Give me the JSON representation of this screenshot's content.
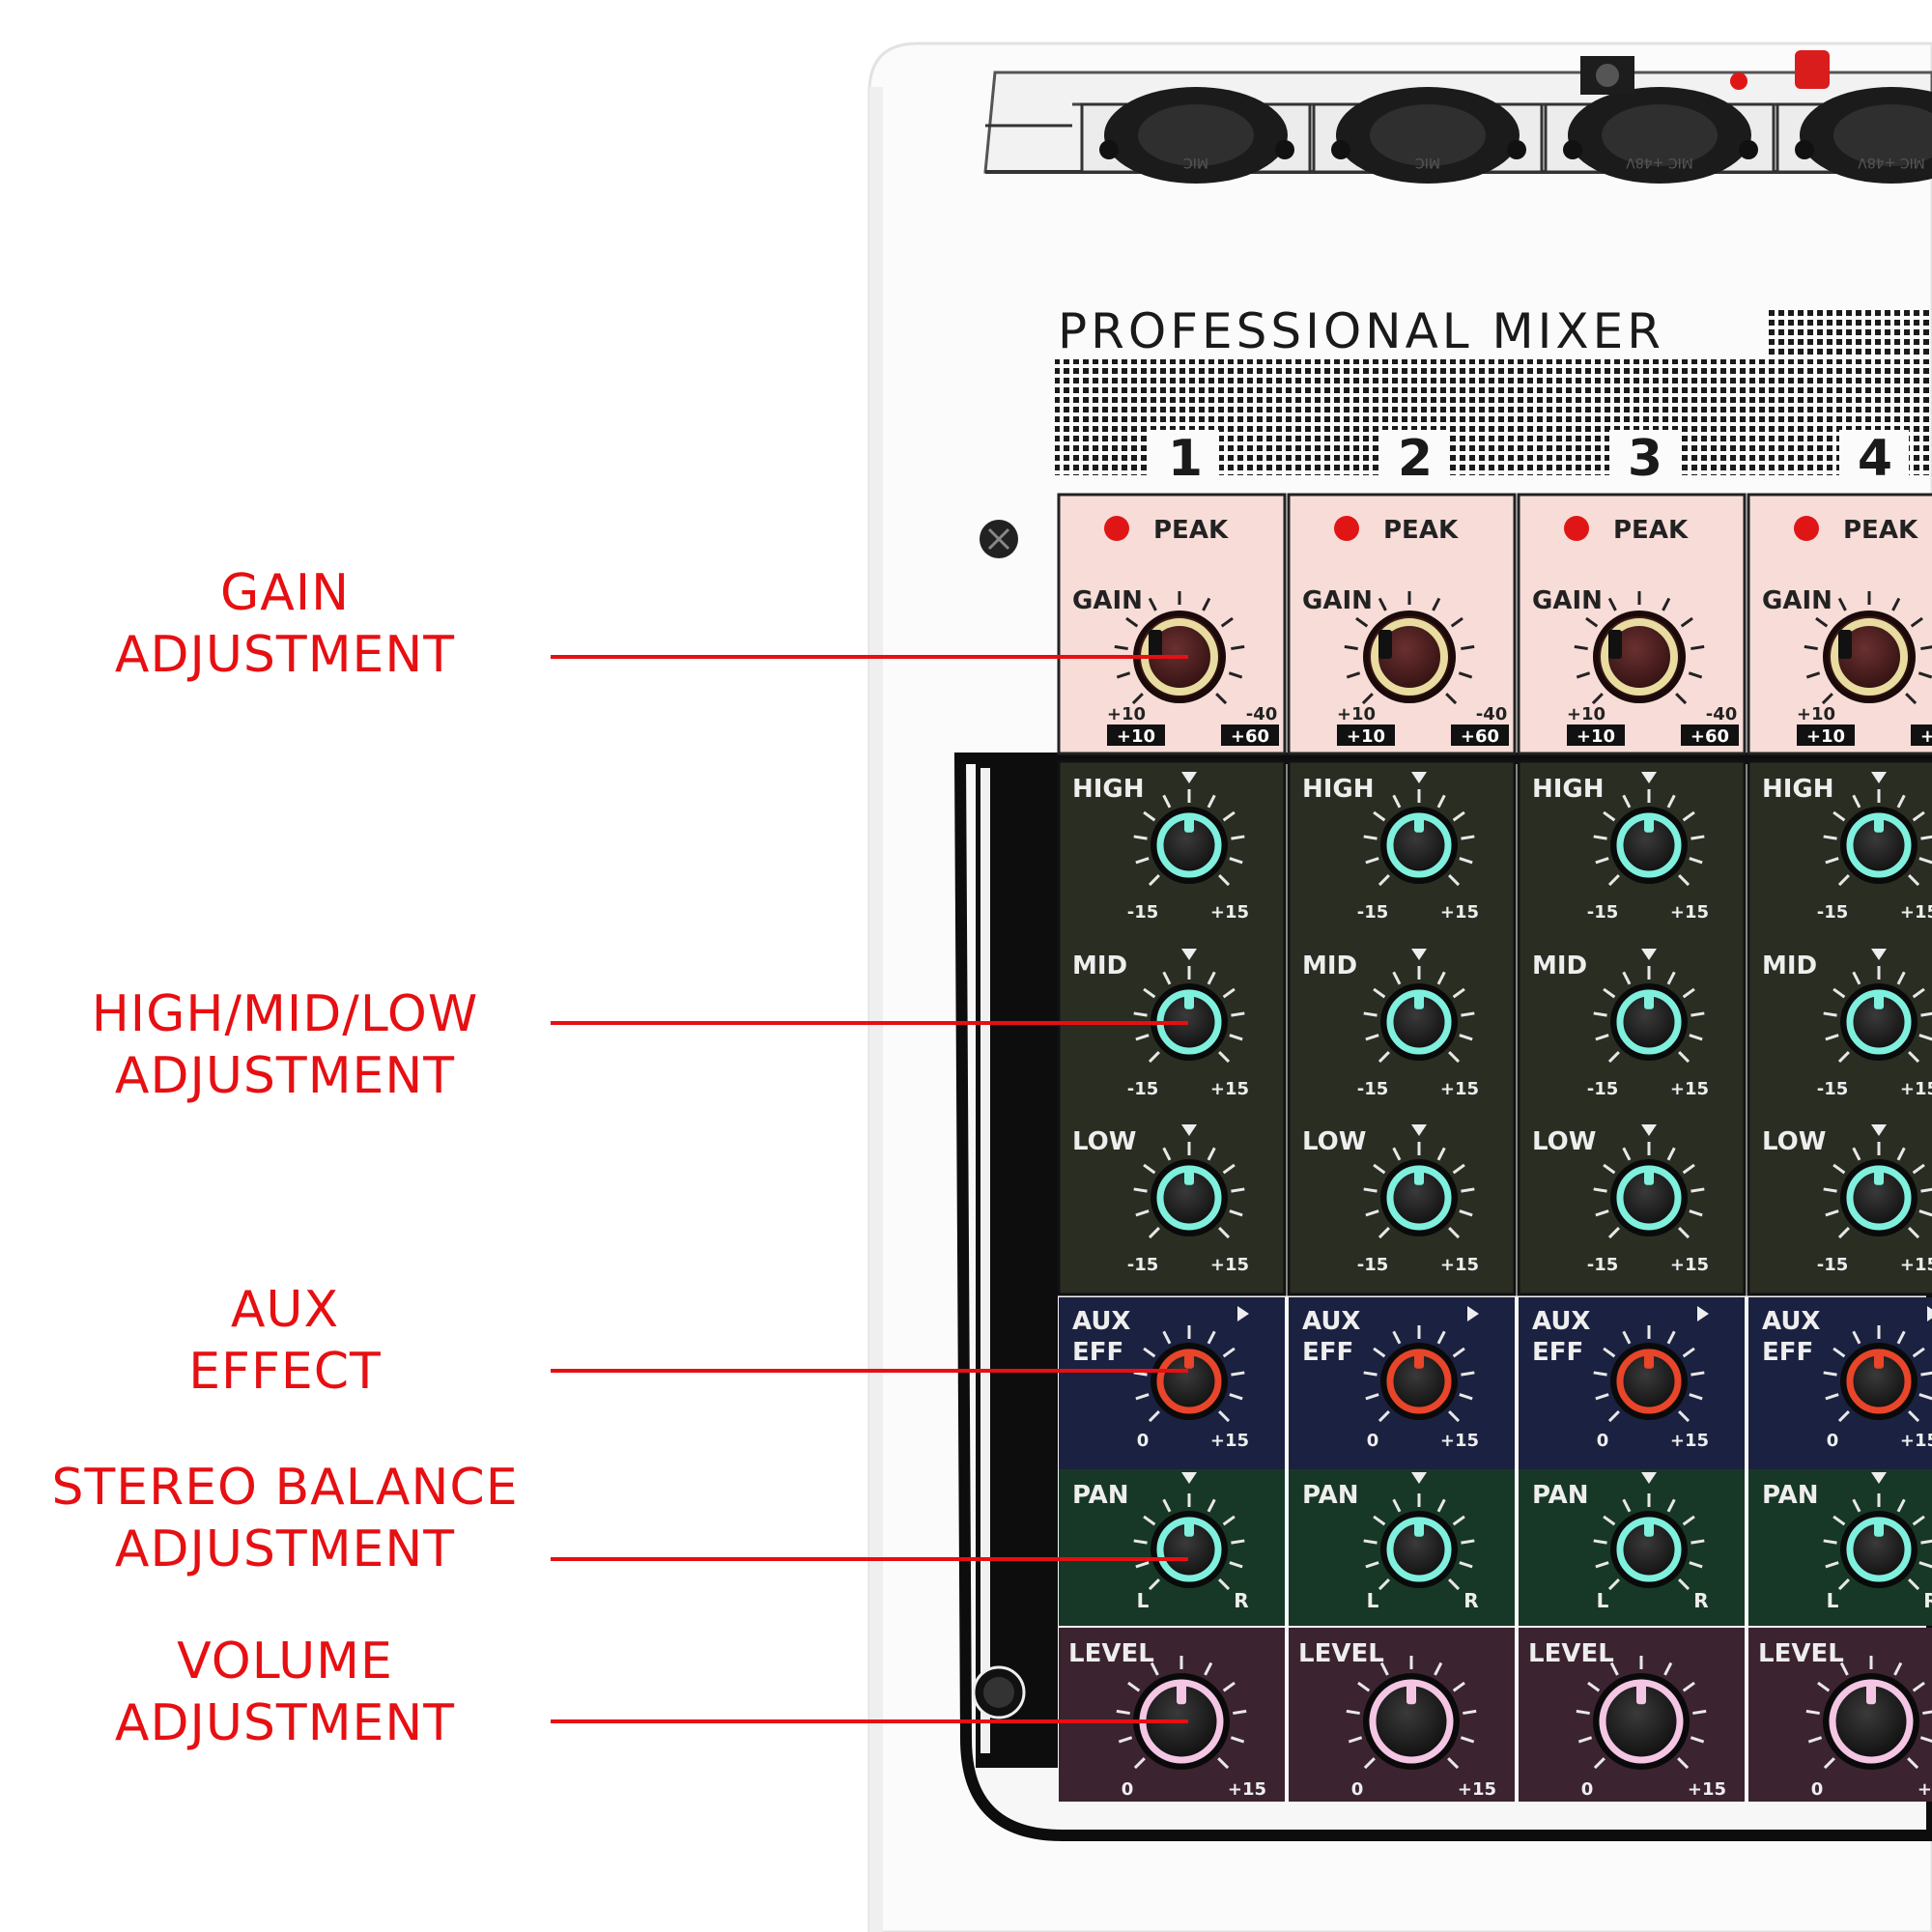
{
  "title": "PROFESSIONAL MIXER",
  "annotations": [
    {
      "id": "gain",
      "lines": [
        "GAIN",
        "ADJUSTMENT"
      ]
    },
    {
      "id": "eq",
      "lines": [
        "HIGH/MID/LOW",
        "ADJUSTMENT"
      ]
    },
    {
      "id": "aux",
      "lines": [
        "AUX",
        "EFFECT"
      ]
    },
    {
      "id": "pan",
      "lines": [
        "STEREO BALANCE",
        "ADJUSTMENT"
      ]
    },
    {
      "id": "volume",
      "lines": [
        "VOLUME",
        "ADJUSTMENT"
      ]
    }
  ],
  "channels": [
    {
      "number": "1",
      "input": "MIC"
    },
    {
      "number": "2",
      "input": "MIC"
    },
    {
      "number": "3",
      "input": "MIC +48V"
    },
    {
      "number": "4",
      "input": "MIC +48V"
    }
  ],
  "labels": {
    "peak": "PEAK",
    "gain": "GAIN",
    "high": "HIGH",
    "mid": "MID",
    "low": "LOW",
    "aux": "AUX",
    "eff": "EFF",
    "pan": "PAN",
    "level": "LEVEL",
    "gain_min_top": "+10",
    "gain_max_top": "-40",
    "gain_min_box": "+10",
    "gain_max_box": "+60",
    "eq_min": "-15",
    "eq_max": "+15",
    "aux_min": "0",
    "aux_max": "+15",
    "pan_left": "L",
    "pan_right": "R",
    "level_min": "0",
    "level_max": "+15"
  },
  "colors": {
    "annotation": "#e60f12",
    "gain_panel": "#f7dcd8",
    "eq_panel": "#2a2d22",
    "aux_panel": "#1b2140",
    "pan_panel": "#173826",
    "level_panel": "#3c2330",
    "eq_ring": "#7ff0de",
    "aux_ring": "#e8452a",
    "level_ring": "#f4c6e4",
    "gain_ring": "#e8dca0",
    "peak_led": "#e01616"
  },
  "icons": [
    "peak-led-icon",
    "screw-icon",
    "xlr-jack-icon",
    "knob-icon"
  ]
}
